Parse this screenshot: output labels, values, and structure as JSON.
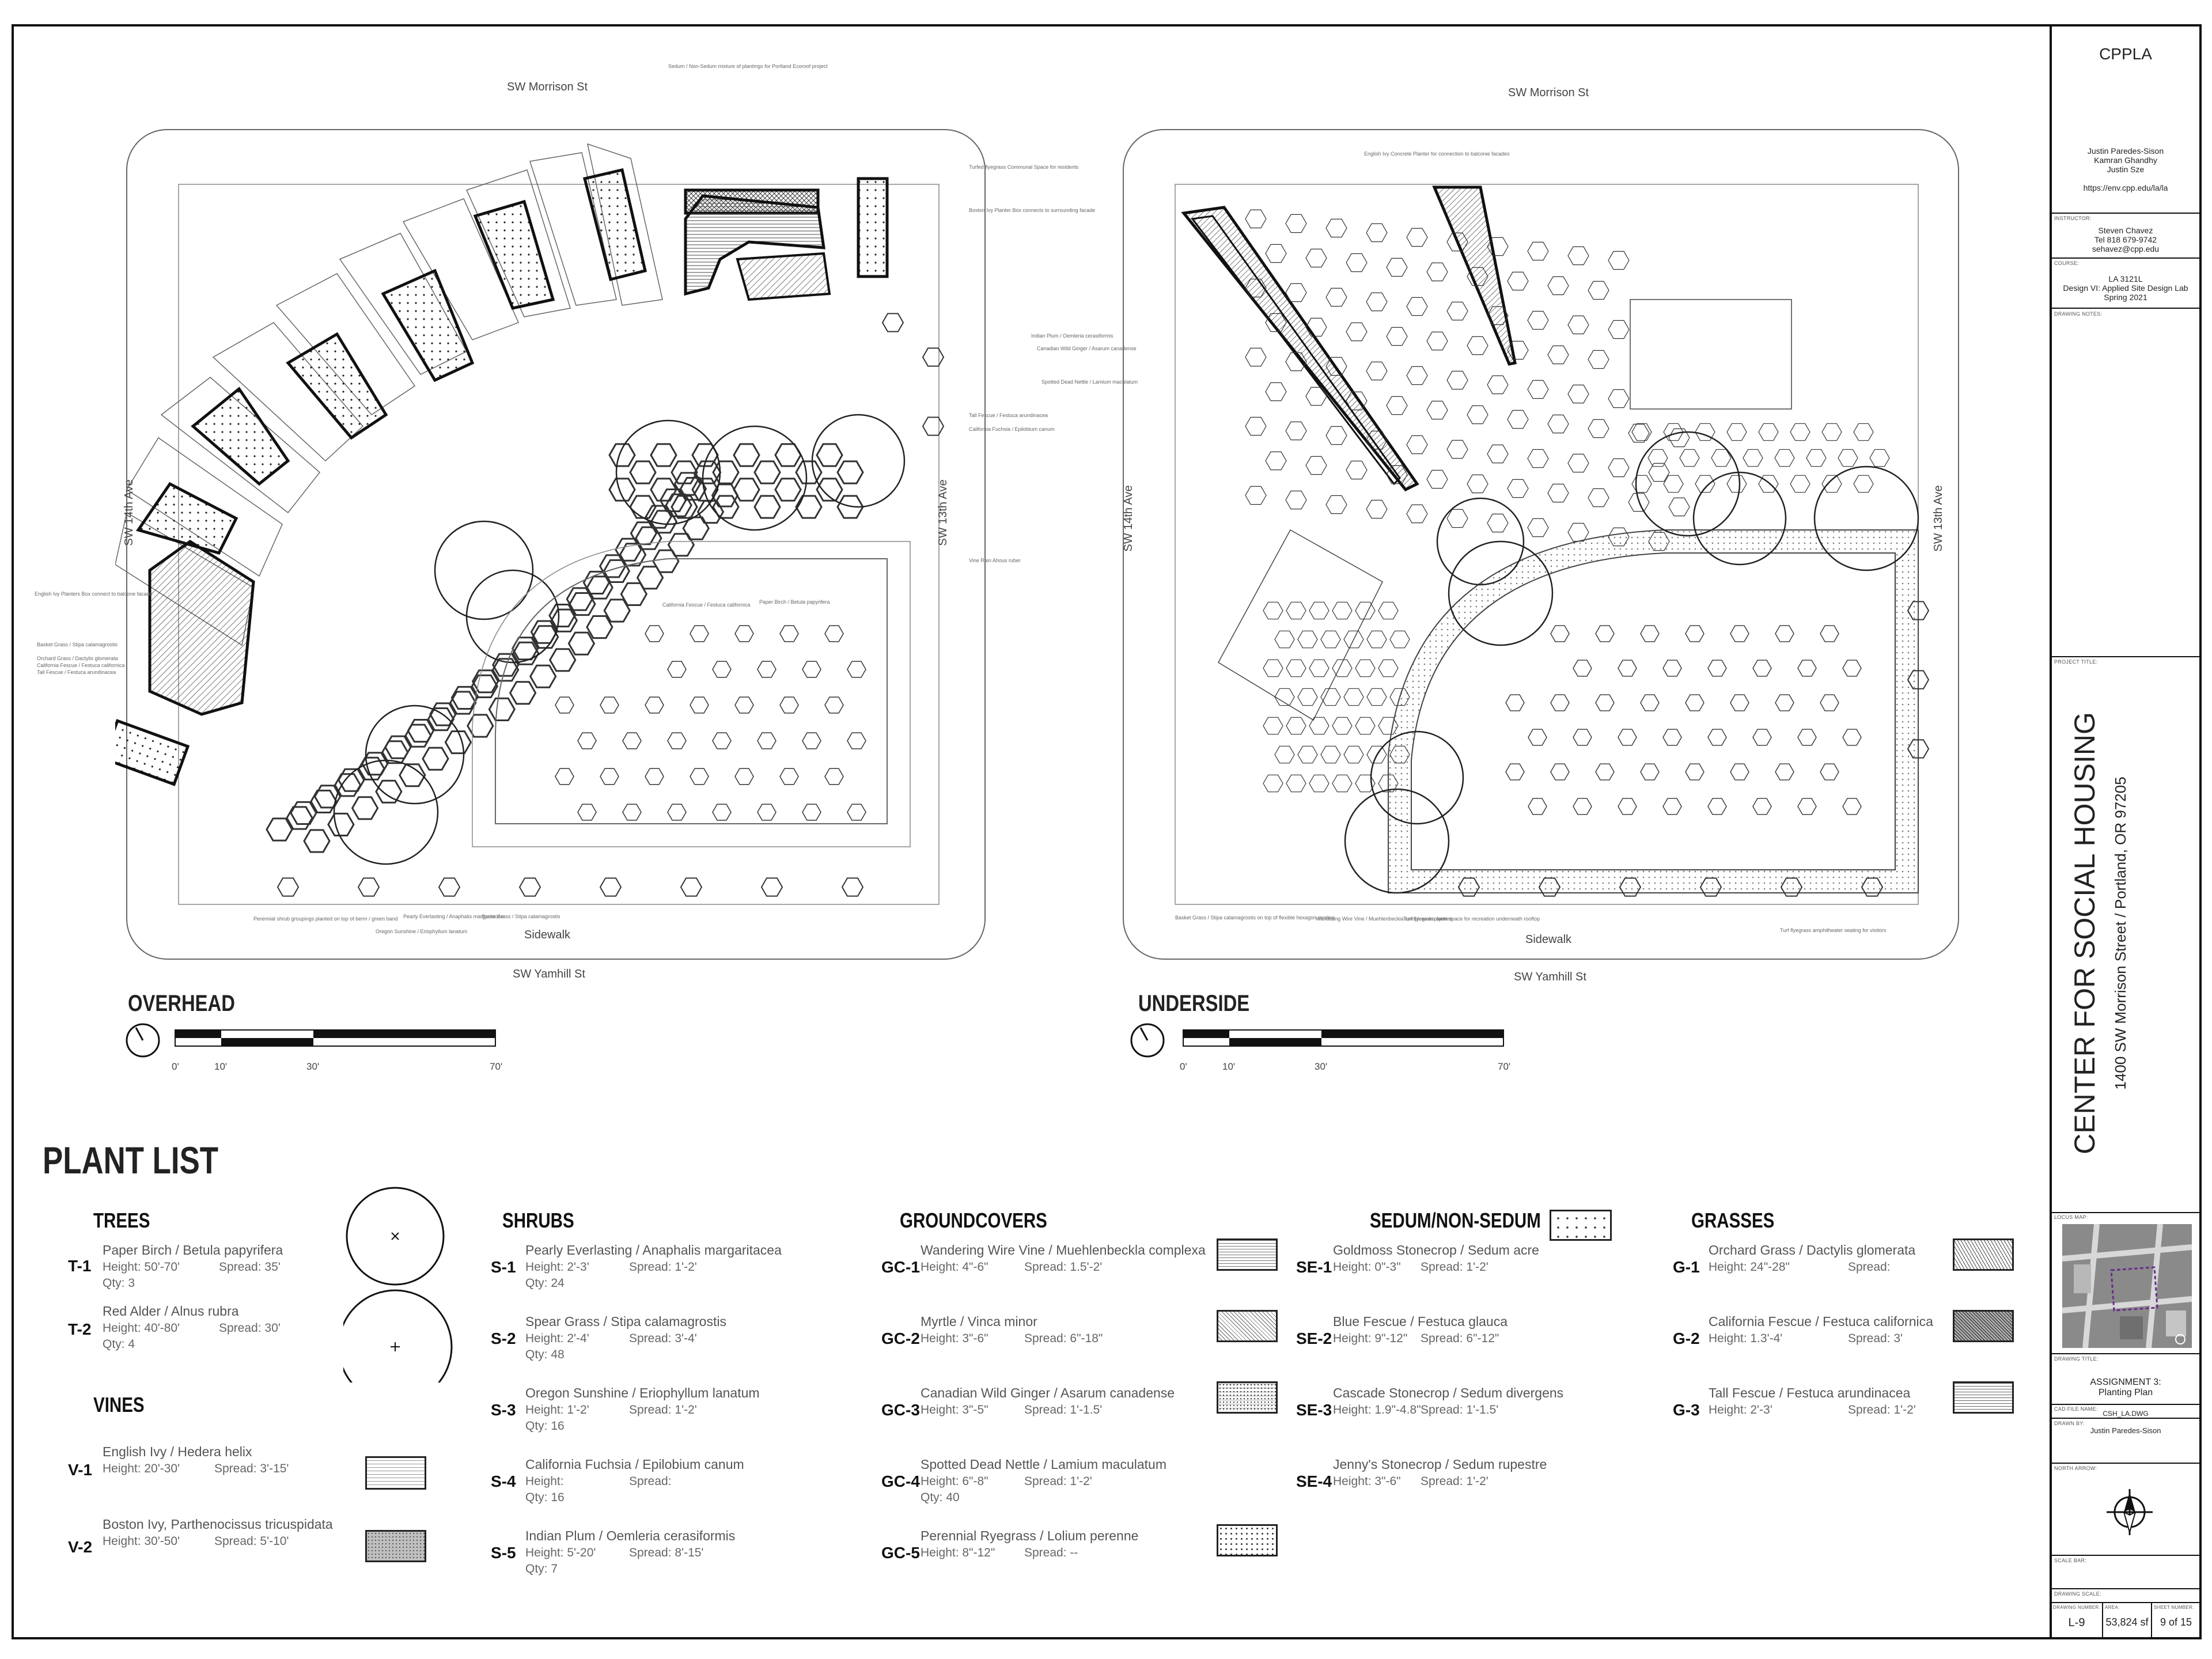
{
  "title_block": {
    "firm": "CPPLA",
    "team": [
      "Justin Paredes-Sison",
      "Kamran Ghandhy",
      "Justin Sze"
    ],
    "website": "https://env.cpp.edu/la/la",
    "instructor_label": "INSTRUCTOR:",
    "instructor": [
      "Steven Chavez",
      "Tel 818 679-9742",
      "sehavez@cpp.edu"
    ],
    "course_label": "COURSE:",
    "course": [
      "LA 3121L",
      "Design VI: Applied Site Design Lab",
      "Spring 2021"
    ],
    "drawing_notes_label": "DRAWING NOTES:",
    "project_title_label": "PROJECT TITLE:",
    "project_title": "CENTER FOR SOCIAL HOUSING",
    "project_address": "1400 SW Morrison Street / Portland, OR  97205",
    "locus_map_label": "LOCUS MAP:",
    "drawing_title_label": "DRAWING TITLE:",
    "drawing_title": [
      "ASSIGNMENT 3:",
      "Planting Plan"
    ],
    "cad_file_label": "CAD FILE NAME:",
    "cad_file": "CSH_LA.DWG",
    "drawn_by_label": "DRAWN BY:",
    "drawn_by": "Justin Paredes-Sison",
    "north_arrow_label": "NORTH ARROW:",
    "scale_bar_label": "SCALE BAR:",
    "drawing_scale_label": "DRAWING SCALE:",
    "drawing_number_label": "DRAWING NUMBER:",
    "drawing_number": "L-9",
    "area_label": "AREA:",
    "area": "53,824 sf",
    "sheet_number_label": "SHEET NUMBER:",
    "sheet_number": "9 of 15"
  },
  "plans": {
    "overhead": {
      "label": "OVERHEAD",
      "street_top": "SW Morrison St",
      "street_bottom": "SW Yamhill St",
      "street_left": "SW 14th Ave",
      "street_right": "SW 13th Ave",
      "sidewalk": "Sidewalk",
      "scale_ticks": [
        "0'",
        "10'",
        "30'",
        "70'"
      ]
    },
    "underside": {
      "label": "UNDERSIDE",
      "street_top": "SW Morrison St",
      "street_bottom": "SW Yamhill St",
      "street_left": "SW 14th Ave",
      "street_right": "SW 13th Ave",
      "sidewalk": "Sidewalk",
      "scale_ticks": [
        "0'",
        "10'",
        "30'",
        "70'"
      ]
    }
  },
  "plant_list": {
    "title": "PLANT LIST",
    "trees": {
      "heading": "TREES",
      "items": [
        {
          "code": "T-1",
          "name": "Paper Birch / Betula papyrifera",
          "height": "Height: 50'-70'",
          "spread": "Spread: 35'",
          "qty": "Qty: 3"
        },
        {
          "code": "T-2",
          "name": "Red Alder / Alnus rubra",
          "height": "Height: 40'-80'",
          "spread": "Spread: 30'",
          "qty": "Qty: 4"
        }
      ]
    },
    "vines": {
      "heading": "VINES",
      "items": [
        {
          "code": "V-1",
          "name": "English Ivy / Hedera helix",
          "height": "Height: 20'-30'",
          "spread": "Spread: 3'-15'"
        },
        {
          "code": "V-2",
          "name": "Boston Ivy, Parthenocissus tricuspidata",
          "height": "Height: 30'-50'",
          "spread": "Spread: 5'-10'"
        }
      ]
    },
    "shrubs": {
      "heading": "SHRUBS",
      "items": [
        {
          "code": "S-1",
          "name": "Pearly Everlasting / Anaphalis margaritacea",
          "height": "Height: 2'-3'",
          "spread": "Spread: 1'-2'",
          "qty": "Qty: 24"
        },
        {
          "code": "S-2",
          "name": "Spear Grass / Stipa calamagrostis",
          "height": "Height: 2'-4'",
          "spread": "Spread: 3'-4'",
          "qty": "Qty: 48"
        },
        {
          "code": "S-3",
          "name": "Oregon Sunshine / Eriophyllum lanatum",
          "height": "Height: 1'-2'",
          "spread": "Spread: 1'-2'",
          "qty": "Qty: 16"
        },
        {
          "code": "S-4",
          "name": "California Fuchsia / Epilobium canum",
          "height": "Height:",
          "spread": "Spread:",
          "qty": "Qty: 16"
        },
        {
          "code": "S-5",
          "name": "Indian Plum / Oemleria cerasiformis",
          "height": "Height: 5'-20'",
          "spread": "Spread: 8'-15'",
          "qty": "Qty: 7"
        }
      ]
    },
    "groundcovers": {
      "heading": "GROUNDCOVERS",
      "items": [
        {
          "code": "GC-1",
          "name": "Wandering Wire Vine / Muehlenbeckla complexa",
          "height": "Height: 4\"-6\"",
          "spread": "Spread: 1.5'-2'"
        },
        {
          "code": "GC-2",
          "name": "Myrtle / Vinca minor",
          "height": "Height: 3\"-6\"",
          "spread": "Spread: 6\"-18\""
        },
        {
          "code": "GC-3",
          "name": "Canadian Wild Ginger / Asarum canadense",
          "height": "Height: 3\"-5\"",
          "spread": "Spread: 1'-1.5'"
        },
        {
          "code": "GC-4",
          "name": "Spotted Dead Nettle / Lamium maculatum",
          "height": "Height: 6\"-8\"",
          "spread": "Spread: 1'-2'",
          "qty": "Qty: 40"
        },
        {
          "code": "GC-5",
          "name": "Perennial Ryegrass / Lolium perenne",
          "height": "Height: 8\"-12\"",
          "spread": "Spread: --"
        }
      ]
    },
    "sedum": {
      "heading": "SEDUM/NON-SEDUM",
      "items": [
        {
          "code": "SE-1",
          "name": "Goldmoss Stonecrop / Sedum acre",
          "height": "Height: 0\"-3\"",
          "spread": "Spread: 1'-2'"
        },
        {
          "code": "SE-2",
          "name": "Blue Fescue / Festuca glauca",
          "height": "Height: 9\"-12\"",
          "spread": "Spread: 6\"-12\""
        },
        {
          "code": "SE-3",
          "name": "Cascade Stonecrop / Sedum divergens",
          "height": "Height: 1.9\"-4.8\"",
          "spread": "Spread: 1'-1.5'"
        },
        {
          "code": "SE-4",
          "name": "Jenny's Stonecrop / Sedum rupestre",
          "height": "Height: 3\"-6\"",
          "spread": "Spread: 1'-2'"
        }
      ]
    },
    "grasses": {
      "heading": "GRASSES",
      "items": [
        {
          "code": "G-1",
          "name": "Orchard Grass / Dactylis glomerata",
          "height": "Height: 24\"-28\"",
          "spread": "Spread:"
        },
        {
          "code": "G-2",
          "name": "California Fescue / Festuca californica",
          "height": "Height: 1.3'-4'",
          "spread": "Spread: 3'"
        },
        {
          "code": "G-3",
          "name": "Tall Fescue / Festuca arundinacea",
          "height": "Height: 2'-3'",
          "spread": "Spread: 1'-2'"
        }
      ]
    }
  },
  "annotations": {
    "overhead": [
      "Sedum / Non-Sedum mixture of plantings for Portland Ecoroof project",
      "Turfed flyegrass Communal Space for residents",
      "Boston Ivy Planter Box connects to surrounding facade",
      "Tall Fescue / Festuca arundinacea",
      "California Fuchsia / Epilobium canum",
      "Vine Rain Ahous ruber",
      "Paper Birch / Betula papyrifera",
      "California Fescue / Festuca californica",
      "English Ivy Planters Box connect to balcone facade",
      "Basket Grass / Stipa calamagrostis",
      "Orchard Grass / Dactylis glomerata",
      "California Fescue / Festuca californica",
      "Tall Fescue / Festuca arundinacea",
      "Perennial shrub groupings planted on top of berm / green band",
      "Oregon Sunshine / Eriophyllum lanatum",
      "Pearly Everlasting / Anaphalis margaritacea",
      "Spear Grass / Stipa calamagrostis"
    ],
    "underside": [
      "English Ivy Concrete Planter for connection to balconie facades",
      "Indian Plum / Oemleria cerasiformis",
      "Canadian Wild Ginger / Asarum canadense",
      "Spotted Dead Nettle / Lamium maculatum",
      "Basket Grass / Stipa calamagrostis on top of flexible hexagon seating",
      "Wandering Wire Vine / Muehlenbeckia complexa in planters",
      "Turf flyegrass open space for recreation underneath rooftop",
      "Turf flyegrass amphitheater seating for visitors"
    ]
  }
}
